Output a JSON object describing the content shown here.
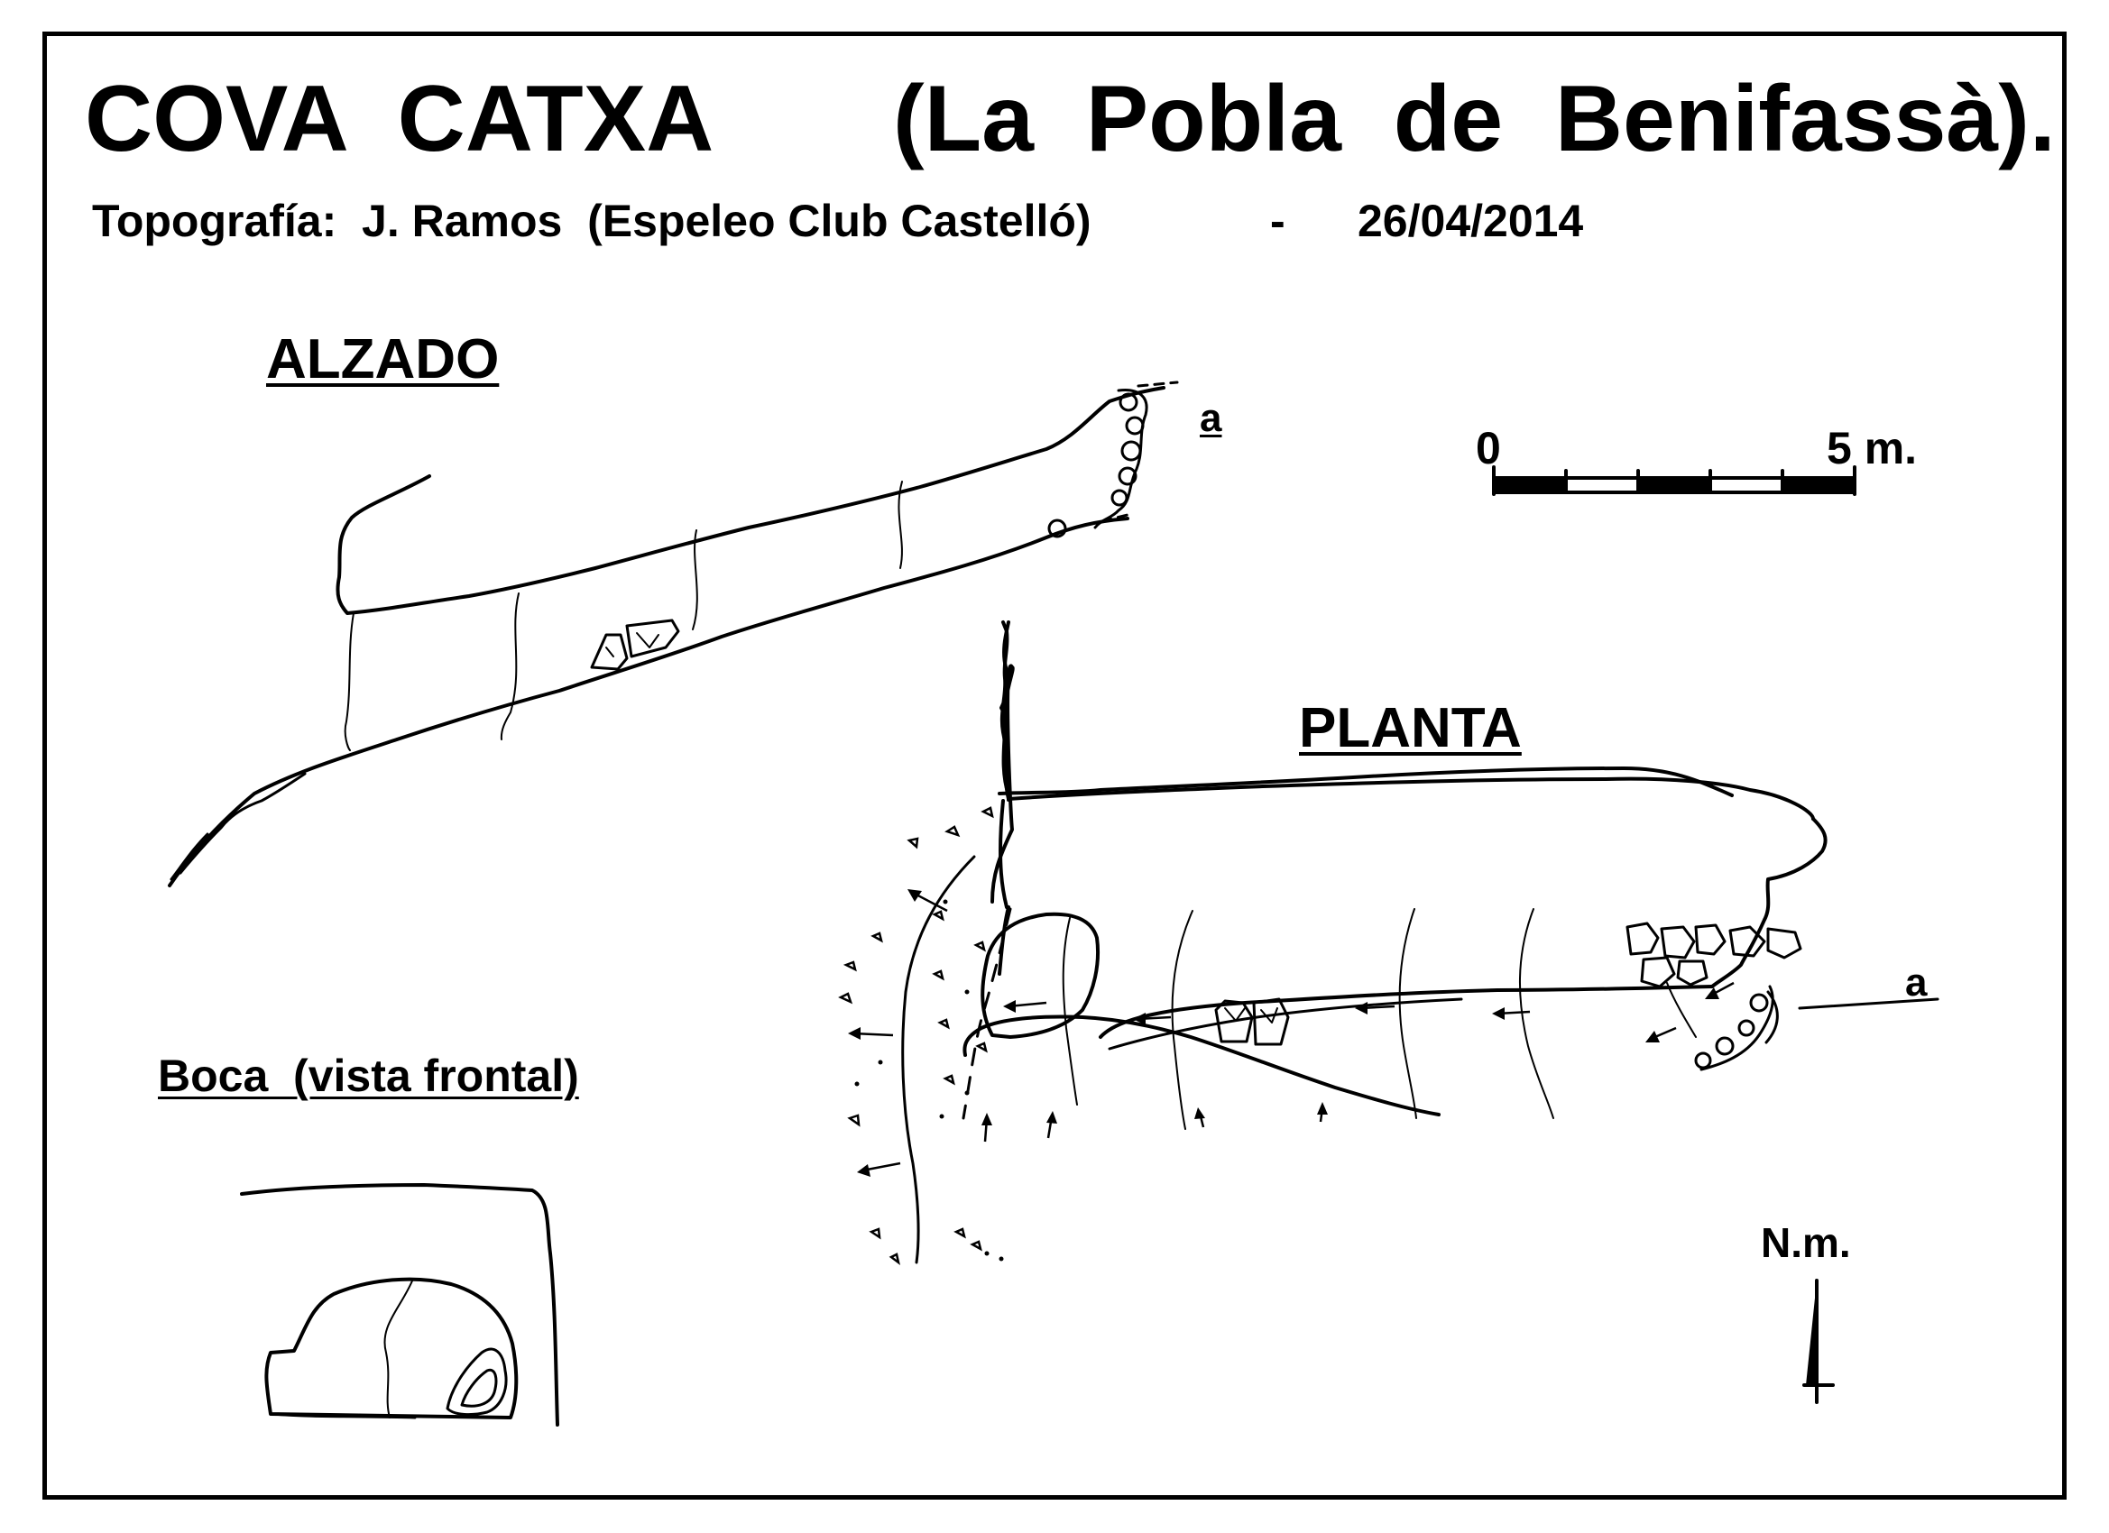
{
  "header": {
    "title": "COVA  CATXA",
    "subtitle": "(La  Pobla  de  Benifassà).",
    "credits": "Topografía:  J. Ramos  (Espeleo Club Castelló)",
    "separator": "-",
    "date": "26/04/2014"
  },
  "views": {
    "alzado_title": "ALZADO",
    "planta_title": "PLANTA",
    "boca_title": "Boca  (vista frontal)"
  },
  "section_marks": {
    "alzado": "a",
    "planta": "a"
  },
  "scale_bar": {
    "start_label": "0",
    "end_label": "5 m."
  },
  "north_arrow": {
    "label": "N.m."
  },
  "colors": {
    "ink": "#000000",
    "paper": "#ffffff"
  }
}
